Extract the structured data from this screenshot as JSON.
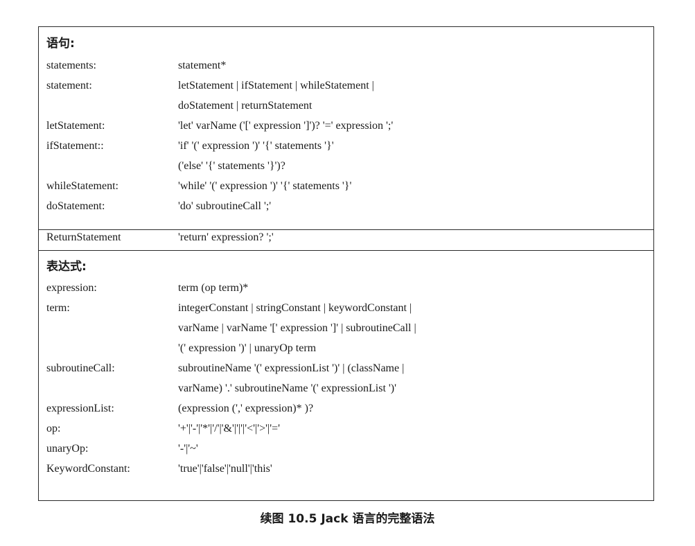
{
  "statements_section": {
    "title": "语句:",
    "rows": [
      {
        "name": "statements:",
        "rule": "statement*"
      },
      {
        "name": "statement:",
        "rule": "letStatement | ifStatement | whileStatement |"
      },
      {
        "name": "",
        "rule": "doStatement | returnStatement"
      },
      {
        "name": "letStatement:",
        "rule": "'let' varName ('[' expression ']')? '=' expression ';'"
      },
      {
        "name": "ifStatement::",
        "rule": "'if'   '(' expression ')' '{' statements '}'"
      },
      {
        "name": "",
        "rule": "('else'   '{' statements '}')?"
      },
      {
        "name": "whileStatement:",
        "rule": "'while'   '(' expression ')' '{' statements '}'"
      },
      {
        "name": "doStatement:",
        "rule": "'do' subroutineCall ';'"
      },
      {
        "name": "ReturnStatement",
        "rule": "'return' expression? ';'"
      }
    ]
  },
  "expressions_section": {
    "title": "表达式:",
    "rows": [
      {
        "name": "expression:",
        "rule": "term (op term)*"
      },
      {
        "name": "term:",
        "rule": "integerConstant | stringConstant | keywordConstant |"
      },
      {
        "name": "",
        "rule": "varName | varName '[' expression ']' | subroutineCall |"
      },
      {
        "name": "",
        "rule": "'(' expression ')' | unaryOp term"
      },
      {
        "name": "subroutineCall:",
        "rule": "subroutineName '(' expressionList ')' | (className |"
      },
      {
        "name": "",
        "rule": "varName) '.' subroutineName '(' expressionList ')'"
      },
      {
        "name": "expressionList:",
        "rule": "(expression (',' expression)* )?"
      },
      {
        "name": "op:",
        "rule": "'+'|'-'|'*'|'/'|'&'|'|'|'<'|'>'|'='"
      },
      {
        "name": "unaryOp:",
        "rule": "'-'|'~'"
      },
      {
        "name": "KeywordConstant:",
        "rule": "'true'|'false'|'null'|'this'"
      }
    ]
  },
  "caption": "续图 10.5   Jack 语言的完整语法"
}
